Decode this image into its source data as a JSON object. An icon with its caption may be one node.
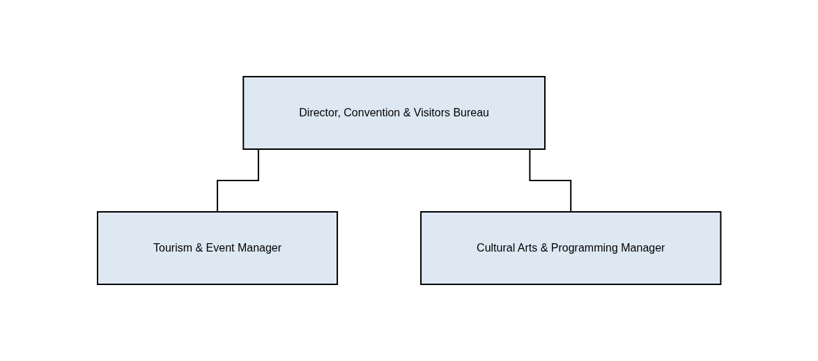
{
  "diagram": {
    "nodes": [
      {
        "text": [
          "Director, Convention & Visitors Bureau"
        ]
      },
      {
        "text": [
          "Tourism & Event Manager"
        ]
      },
      {
        "text": [
          "Cultural Arts & Programming Manager"
        ]
      }
    ],
    "edges": [
      {
        "from": 0,
        "to": 1,
        "arrow": "none"
      },
      {
        "from": 0,
        "to": 2,
        "arrow": "none"
      }
    ]
  }
}
